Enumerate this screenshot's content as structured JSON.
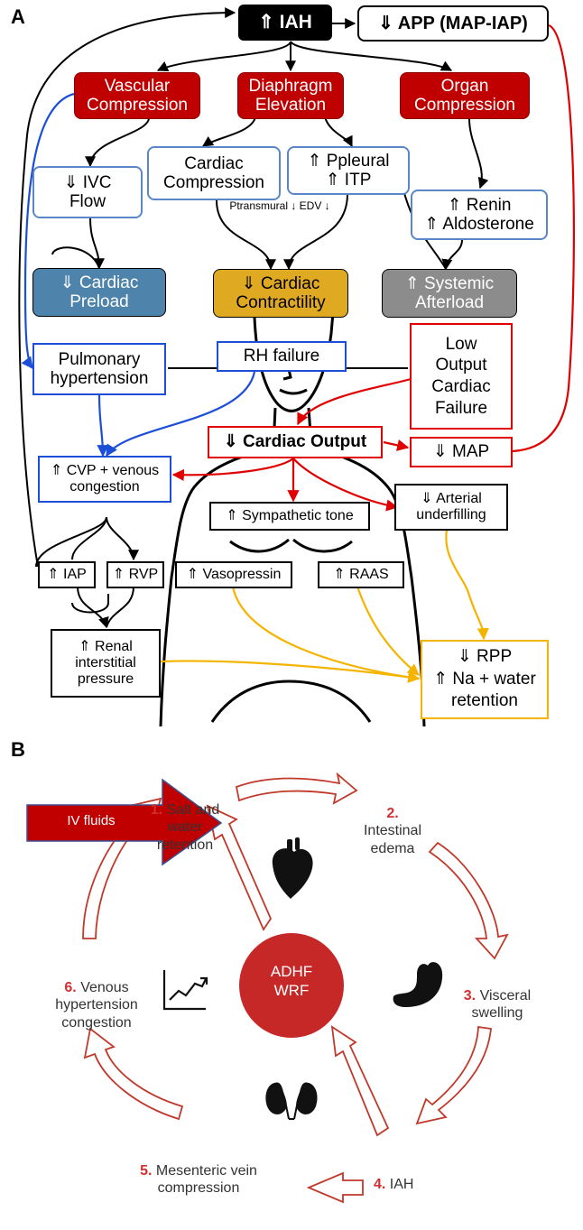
{
  "panel_a": {
    "letter": "A",
    "top": {
      "iah": "⇑ IAH",
      "app": "⇓ APP (MAP-IAP)"
    },
    "compressions": [
      "Vascular\nCompression",
      "Diaphragm\nElevation",
      "Organ\nCompression"
    ],
    "ivc": "⇓ IVC\nFlow",
    "cardiac_compression": "Cardiac\nCompression",
    "ppleural": "⇑ Ppleural\n⇑ ITP",
    "transmural_note": "Ptransmural ↓  EDV ↓",
    "renin": "⇑ Renin\n⇑ Aldosterone",
    "preload": "⇓ Cardiac\nPreload",
    "contractility": "⇓ Cardiac\nContractility",
    "afterload": "⇑ Systemic\nAfterload",
    "pulm_htn": "Pulmonary\nhypertension",
    "rh_failure": "RH failure",
    "low_output": "Low\nOutput\nCardiac\nFailure",
    "cardiac_output": "⇓ Cardiac Output",
    "map": "⇓ MAP",
    "cvp": "⇑ CVP + venous\ncongestion",
    "sympathetic": "⇑ Sympathetic tone",
    "arterial": "⇓ Arterial\nunderfilling",
    "iap": "⇑ IAP",
    "rvp": "⇑ RVP",
    "vasopressin": "⇑ Vasopressin",
    "raas": "⇑ RAAS",
    "renal": "⇑ Renal\ninterstitial\npressure",
    "rpp": "⇓  RPP\n⇑ Na + water\nretention"
  },
  "panel_b": {
    "letter": "B",
    "iv_fluids": "IV fluids",
    "center": "ADHF\nWRF",
    "steps": [
      {
        "num": "1.",
        "text": "Salt and\nwater\nretention"
      },
      {
        "num": "2.",
        "text": "Intestinal\nedema"
      },
      {
        "num": "3.",
        "text": "Visceral\nswelling"
      },
      {
        "num": "4.",
        "text": "IAH"
      },
      {
        "num": "5.",
        "text": "Mesenteric vein\ncompression"
      },
      {
        "num": "6.",
        "text": "Venous\nhypertension\ncongestion"
      }
    ],
    "icons": [
      "heart-icon",
      "stomach-icon",
      "kidneys-icon",
      "rising-chart-icon"
    ]
  },
  "colors": {
    "red": "#c00000",
    "blue_node": "#4e83ab",
    "gold_node": "#e0a922",
    "grey_node": "#8c8c8c",
    "blue_line": "#1d4ed8",
    "red_line": "#e00000",
    "yellow_line": "#f4b400",
    "cycle_red": "#c62828"
  }
}
